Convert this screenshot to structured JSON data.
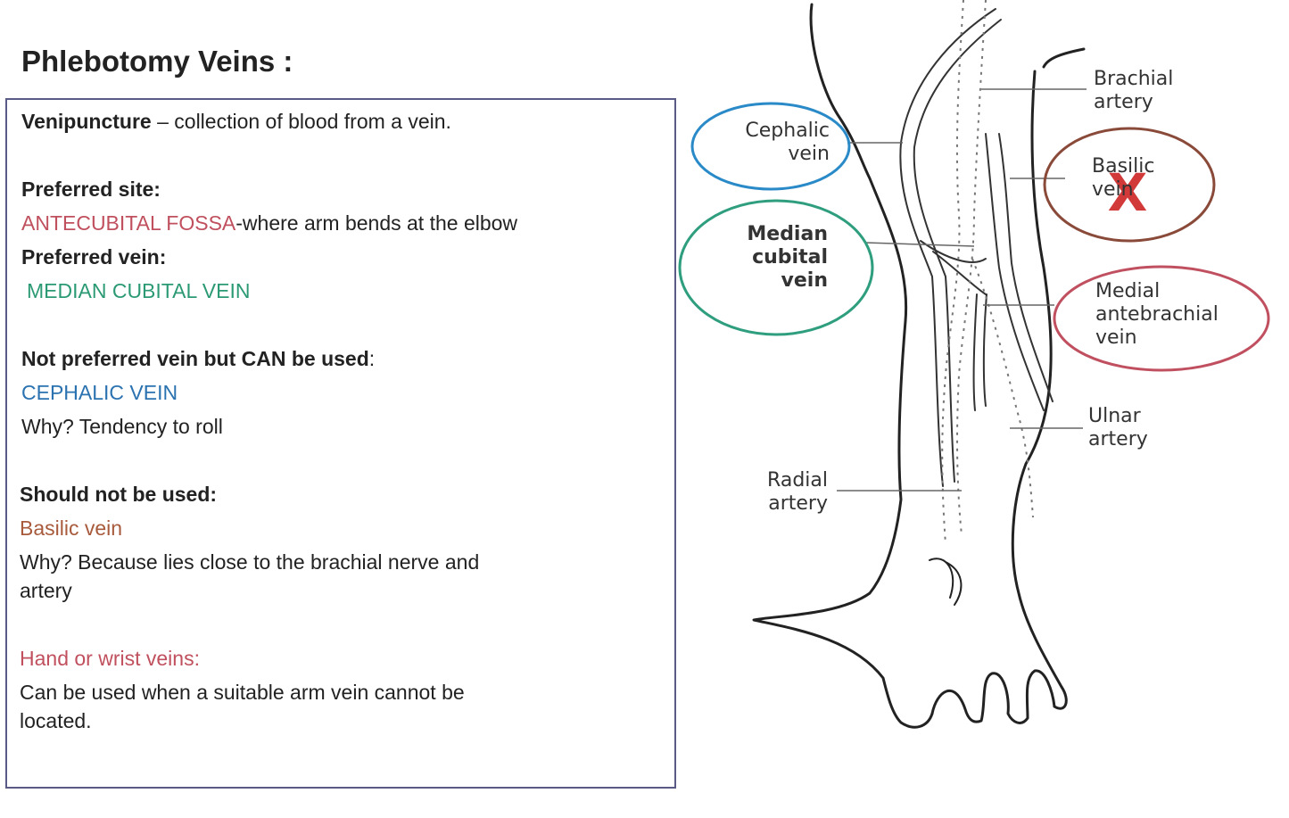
{
  "title": "Phlebotomy Veins :",
  "box": {
    "venipuncture_term": "Venipuncture",
    "venipuncture_def": " – collection of blood from a vein.",
    "preferred_site_heading": "Preferred site:",
    "preferred_site_value": "ANTECUBITAL FOSSA",
    "preferred_site_desc": "-where arm bends at the elbow",
    "preferred_vein_heading": "Preferred vein:",
    "preferred_vein_value": "MEDIAN CUBITAL VEIN",
    "not_preferred_heading": "Not preferred vein but CAN be used",
    "not_preferred_colon": ":",
    "not_preferred_value": "CEPHALIC VEIN",
    "not_preferred_why": "Why? Tendency to roll",
    "should_not_heading": "Should not be used:",
    "should_not_value": "Basilic vein",
    "should_not_why_1": "Why?  Because lies close to the brachial nerve and",
    "should_not_why_2": "artery",
    "hand_heading": "Hand or wrist veins:",
    "hand_desc_1": "Can be used when a suitable arm vein cannot be",
    "hand_desc_2": "located."
  },
  "diagram": {
    "labels": {
      "brachial_artery": [
        "Brachial",
        "artery"
      ],
      "cephalic_vein": [
        "Cephalic",
        "vein"
      ],
      "basilic_vein": [
        "Basilic",
        "vein"
      ],
      "median_cubital_vein": [
        "Median",
        "cubital",
        "vein"
      ],
      "medial_antebrachial_vein": [
        "Medial",
        "antebrachial",
        "vein"
      ],
      "ulnar_artery": [
        "Ulnar",
        "artery"
      ],
      "radial_artery": [
        "Radial",
        "artery"
      ]
    },
    "cross_mark": "X"
  },
  "colors": {
    "red": "#c0505e",
    "green": "#2b9a74",
    "blue": "#2a72b0",
    "brown": "#a85a3c",
    "box_border": "#5a5a86",
    "circle_cephalic": "#2a8ac8",
    "circle_median": "#2f9e7e",
    "circle_basilic": "#8a4a3a",
    "circle_medial": "#c05060",
    "cross": "#d23a3a"
  }
}
